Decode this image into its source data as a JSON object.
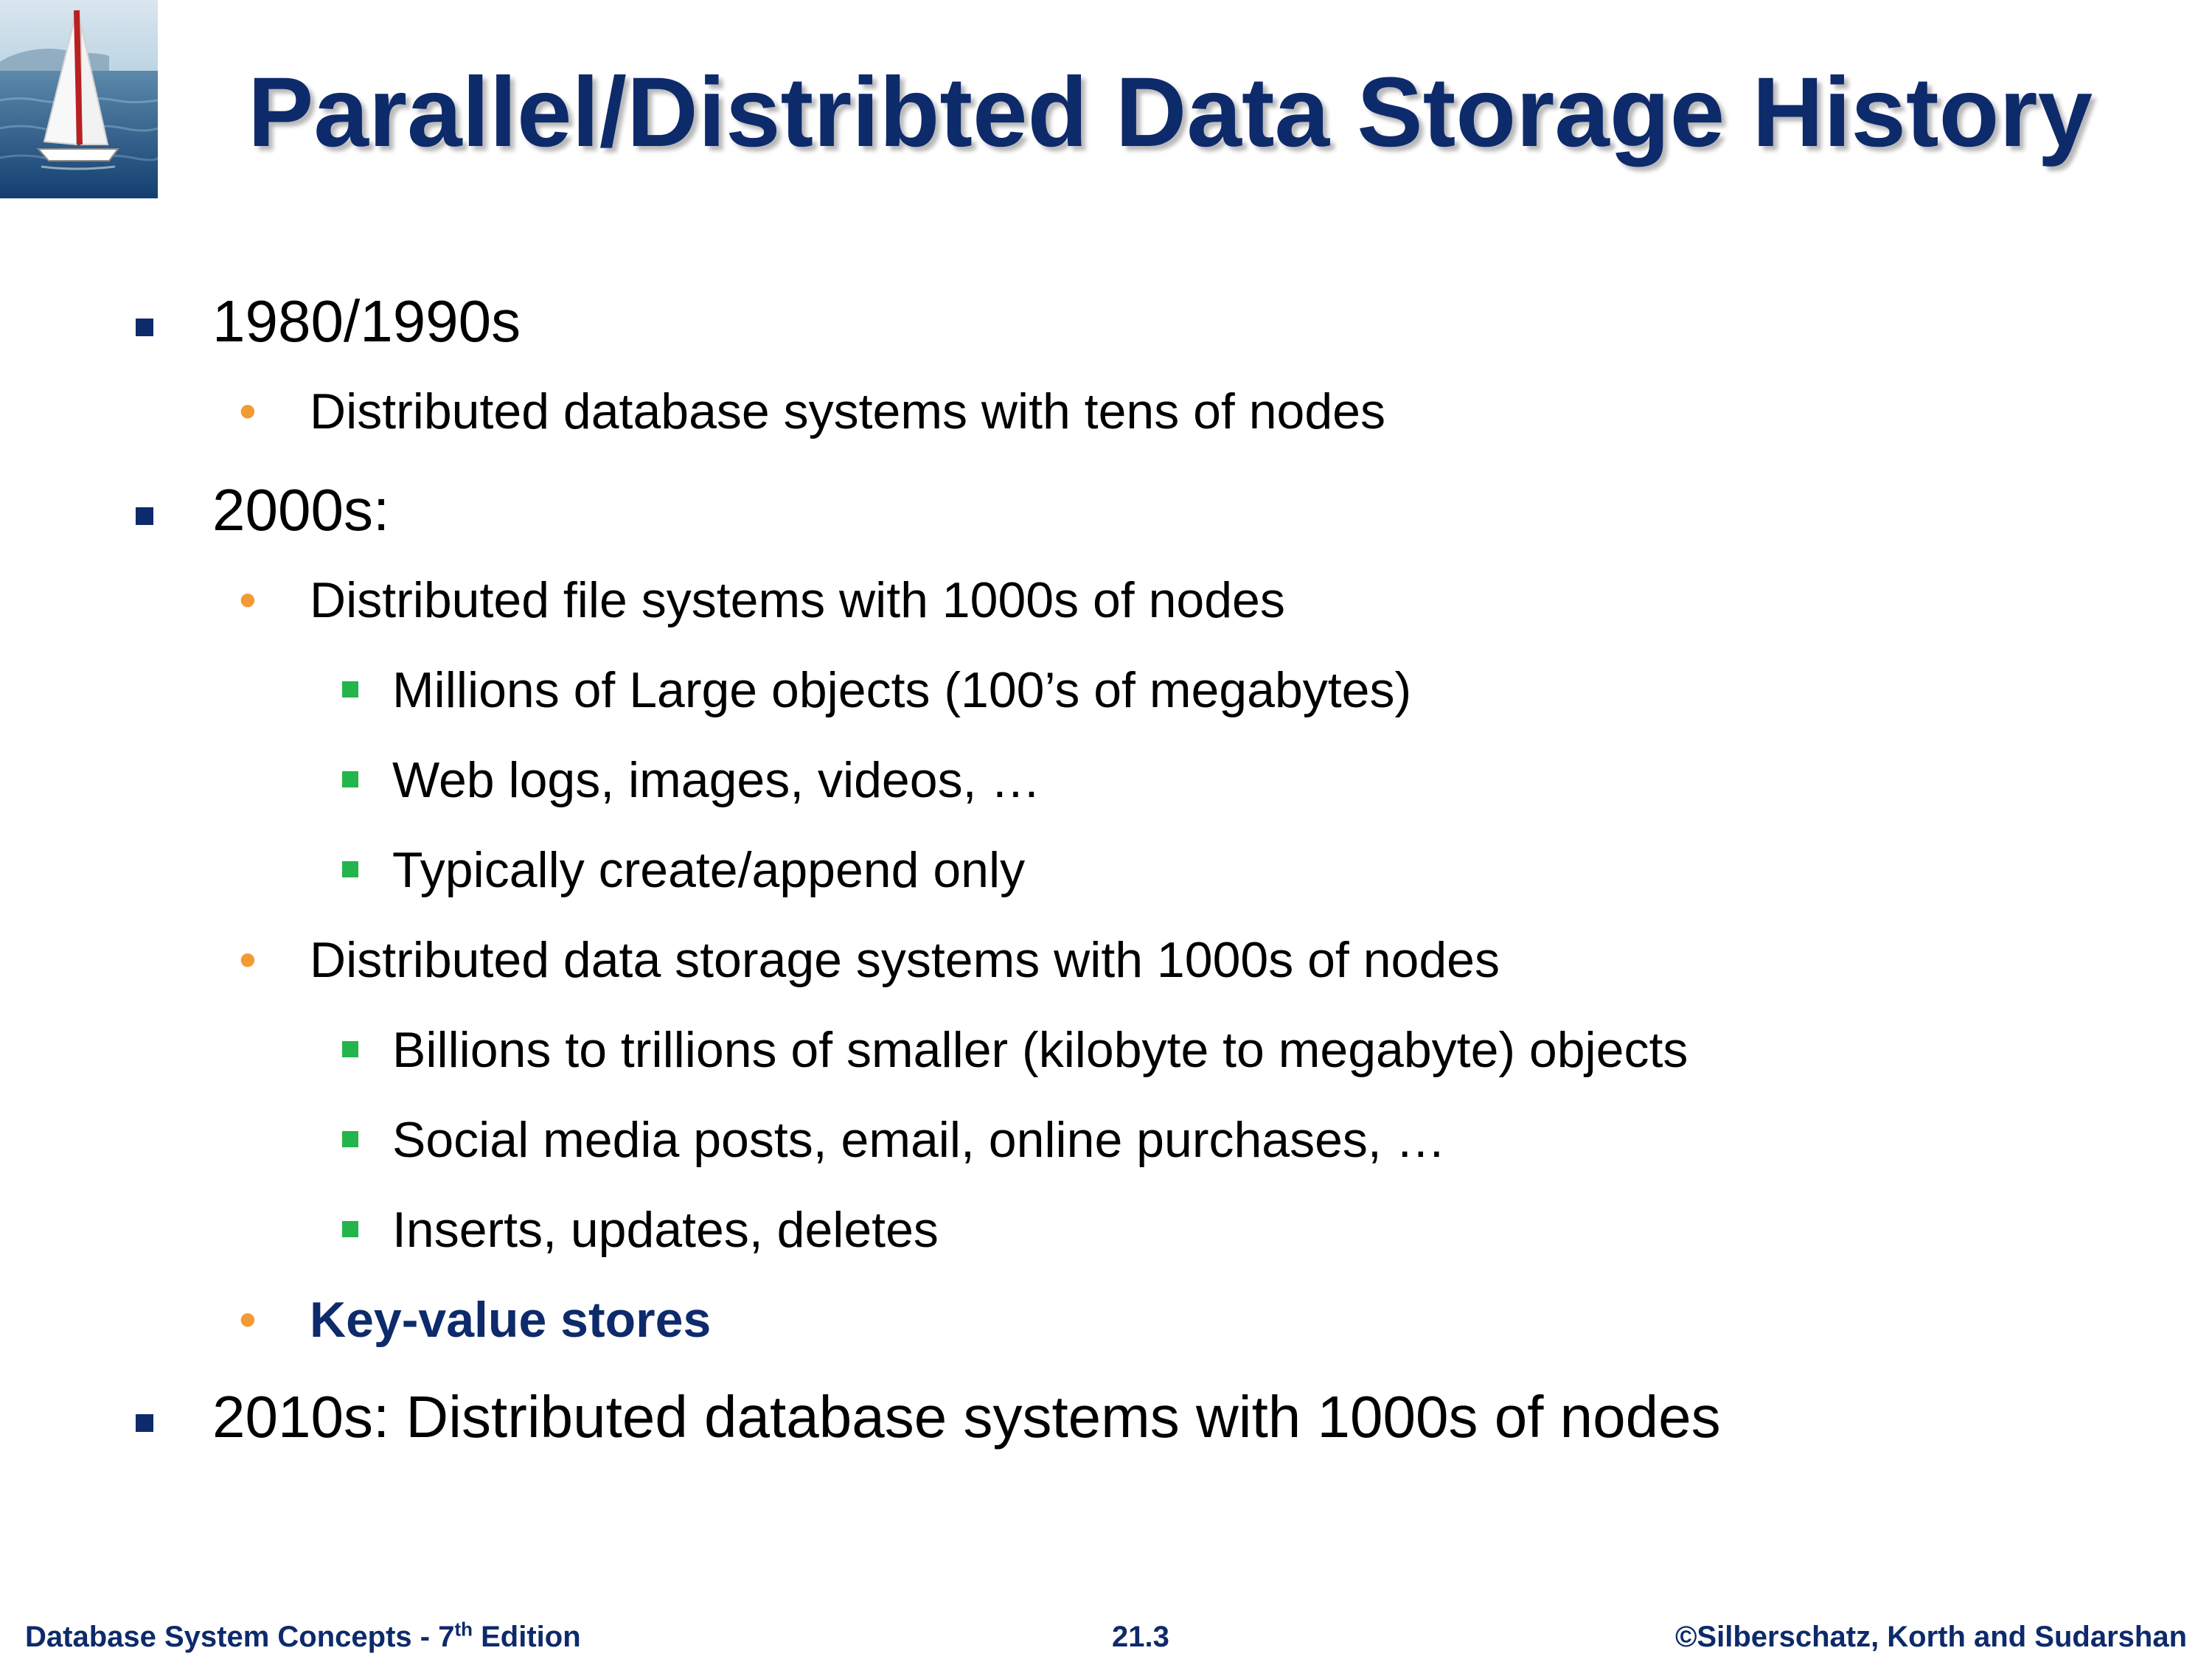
{
  "title": "Parallel/Distribted Data Storage History",
  "items": [
    {
      "level": 1,
      "text": "1980/1990s"
    },
    {
      "level": 2,
      "text": "Distributed database systems with tens of nodes"
    },
    {
      "level": 1,
      "text": "2000s:"
    },
    {
      "level": 2,
      "text": "Distributed file systems with 1000s of nodes"
    },
    {
      "level": 3,
      "text": "Millions of Large objects (100’s of megabytes)"
    },
    {
      "level": 3,
      "text": "Web logs, images, videos, …"
    },
    {
      "level": 3,
      "text": "Typically create/append only"
    },
    {
      "level": 2,
      "text": "Distributed data storage systems with 1000s of nodes"
    },
    {
      "level": 3,
      "text": "Billions to trillions of smaller (kilobyte to megabyte) objects"
    },
    {
      "level": 3,
      "text": "Social media posts, email, online purchases, …"
    },
    {
      "level": 3,
      "text": "Inserts, updates, deletes"
    },
    {
      "level": 2,
      "text": "Key-value stores"
    },
    {
      "level": 1,
      "text": "2010s: Distributed database systems with 1000s of nodes"
    }
  ],
  "footer": {
    "left_prefix": "Database System Concepts - 7",
    "left_sup": "th",
    "left_suffix": " Edition",
    "center": "21.3",
    "right": "©Silberschatz, Korth and Sudarshan"
  },
  "colors": {
    "title": "#0d2a6b",
    "level1_bullet": "#0d2a6b",
    "level2_bullet": "#f39a34",
    "level3_bullet": "#23b44b",
    "emphasis_text": "#0d2a6b"
  }
}
